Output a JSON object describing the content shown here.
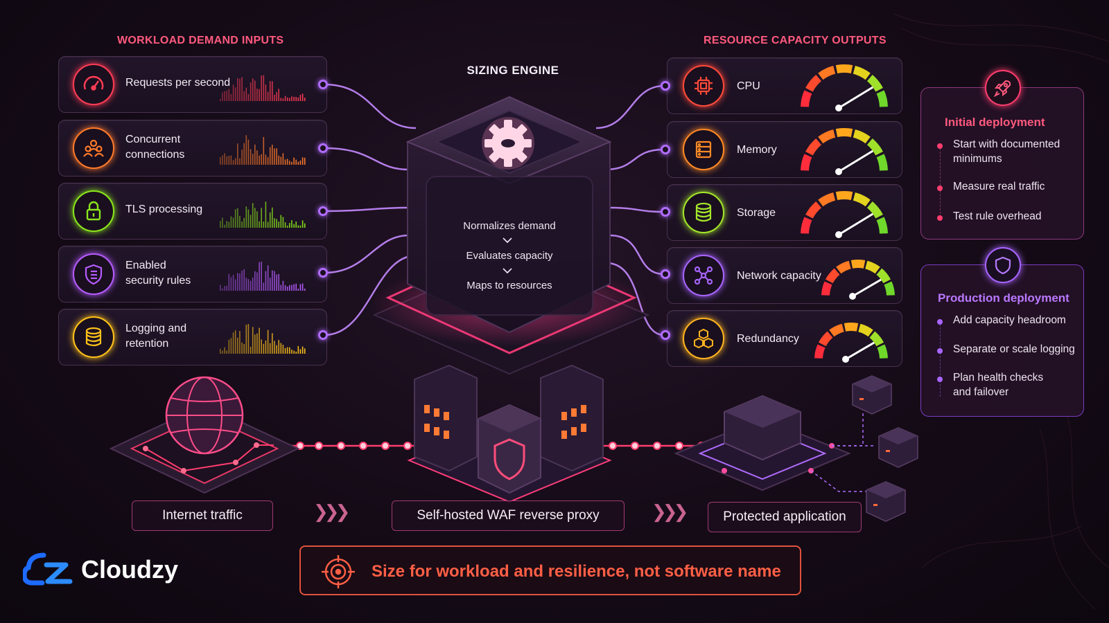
{
  "inputs": {
    "title": "WORKLOAD DEMAND INPUTS",
    "items": [
      {
        "label_lines": [
          "Requests per second"
        ],
        "icon": "speedometer-icon",
        "color": "#ff3c55"
      },
      {
        "label_lines": [
          "Concurrent",
          "connections"
        ],
        "icon": "users-icon",
        "color": "#ff7a2a"
      },
      {
        "label_lines": [
          "TLS processing"
        ],
        "icon": "lock-icon",
        "color": "#8be61c"
      },
      {
        "label_lines": [
          "Enabled",
          "security rules"
        ],
        "icon": "shield-list-icon",
        "color": "#b65cff"
      },
      {
        "label_lines": [
          "Logging and",
          "retention"
        ],
        "icon": "database-icon",
        "color": "#ffc21a"
      }
    ]
  },
  "engine": {
    "title": "SIZING ENGINE",
    "steps": [
      "Normalizes demand",
      "Evaluates capacity",
      "Maps to resources"
    ]
  },
  "outputs": {
    "title": "RESOURCE CAPACITY OUTPUTS",
    "items": [
      {
        "label": "CPU",
        "icon": "cpu-icon",
        "color": "#ff4a3a"
      },
      {
        "label": "Memory",
        "icon": "memory-icon",
        "color": "#ff8a25"
      },
      {
        "label": "Storage",
        "icon": "storage-icon",
        "color": "#a4e62a"
      },
      {
        "label": "Network capacity",
        "icon": "network-icon",
        "color": "#a865ff"
      },
      {
        "label": "Redundancy",
        "icon": "cubes-icon",
        "color": "#ffb41f"
      }
    ]
  },
  "initial": {
    "title": "Initial deployment",
    "icon": "rocket-icon",
    "items": [
      [
        "Start with documented",
        "minimums"
      ],
      [
        "Measure real traffic"
      ],
      [
        "Test rule overhead"
      ]
    ]
  },
  "production": {
    "title": "Production deployment",
    "icon": "shield-icon",
    "items": [
      [
        "Add capacity headroom"
      ],
      [
        "Separate or scale logging"
      ],
      [
        "Plan health checks",
        "and failover"
      ]
    ]
  },
  "flow": {
    "internet": "Internet traffic",
    "waf": "Self-hosted WAF reverse proxy",
    "app": "Protected application"
  },
  "banner": {
    "text": "Size for workload and resilience, not software name",
    "icon": "target-icon"
  },
  "brand": {
    "name": "Cloudzy",
    "icon": "cloudzy-logo-icon"
  }
}
